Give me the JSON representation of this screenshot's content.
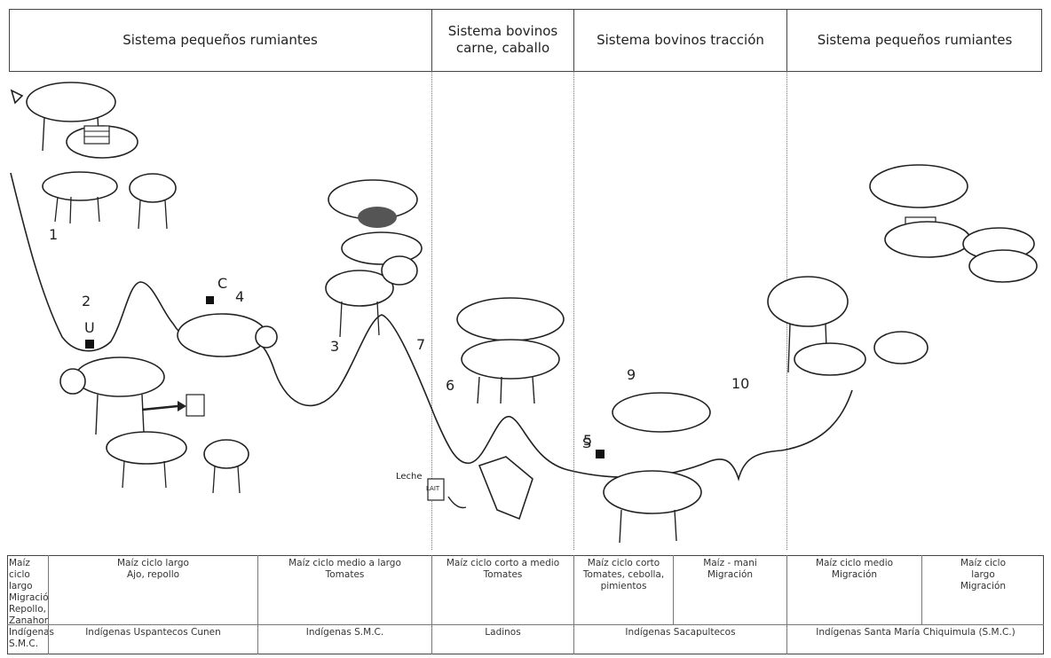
{
  "header": {
    "cells": [
      {
        "label": "Sistema pequeños rumiantes"
      },
      {
        "label": "Sistema bovinos carne, caballo"
      },
      {
        "label": "Sistema bovinos tracción"
      },
      {
        "label": "Sistema pequeños rumiantes"
      }
    ]
  },
  "diagram": {
    "numbers": [
      "1",
      "2",
      "3",
      "4",
      "5",
      "6",
      "7",
      "9",
      "10"
    ],
    "letters": [
      "U",
      "C",
      "S"
    ],
    "milk_label": "Leche",
    "milk_can_label": "LAIT"
  },
  "crops": [
    {
      "text": "Maíz ciclo largo Migración Repollo, Zanahoria"
    },
    {
      "text": "Maíz ciclo largo\nAjo, repollo"
    },
    {
      "text": "Maíz ciclo medio a largo\nTomates"
    },
    {
      "text": "Maíz ciclo corto a medio\nTomates"
    },
    {
      "text": "Maíz ciclo corto\nTomates, cebolla, pimientos"
    },
    {
      "text": "Maíz - mani\nMigración"
    },
    {
      "text": "Maíz ciclo medio\nMigración"
    },
    {
      "text": "Maíz ciclo\nlargo\nMigración"
    }
  ],
  "groups": [
    {
      "text": "Indígenas S.M.C."
    },
    {
      "text": "Indígenas Uspantecos Cunen"
    },
    {
      "text": "Indígenas S.M.C."
    },
    {
      "text": "Ladinos"
    },
    {
      "text": "Indígenas Sacapultecos"
    },
    {
      "text": "Indígenas Santa María Chiquimula (S.M.C.)"
    }
  ]
}
